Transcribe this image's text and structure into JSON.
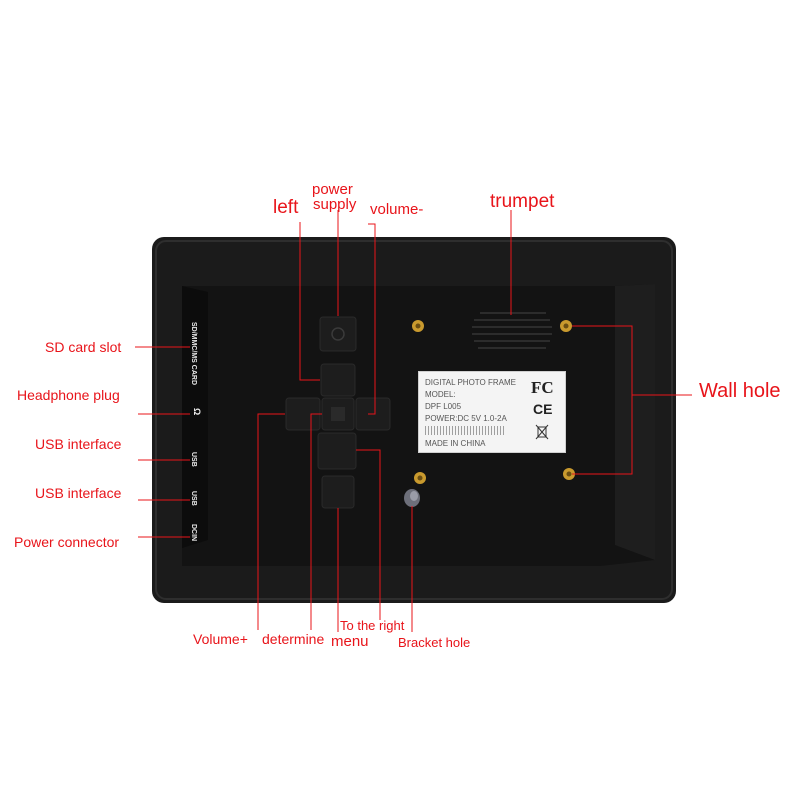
{
  "device_labels": {
    "port_card": "SD/MMC/MS CARD",
    "port_headphone": "Ω",
    "port_usb1": "USB",
    "port_usb2": "USB",
    "port_dcin": "DCIN"
  },
  "sticker": {
    "line1": "DIGITAL PHOTO FRAME",
    "line2": "MODEL:",
    "line3": "DPF L005",
    "line4": "POWER:DC 5V  1.0-2A",
    "line6": "MADE IN CHINA",
    "fcc": "FC",
    "ce": "CE"
  },
  "callouts": {
    "left": "left",
    "power_supply_1": "power",
    "power_supply_2": "supply",
    "volume_minus": "volume-",
    "trumpet": "trumpet",
    "sd_card_slot": "SD card slot",
    "headphone_plug": "Headphone plug",
    "usb_interface_1": "USB interface",
    "usb_interface_2": "USB interface",
    "power_connector": "Power connector",
    "wall_hole": "Wall hole",
    "volume_plus": "Volume+",
    "determine": "determine",
    "menu": "menu",
    "to_the_right": "To the right",
    "bracket_hole": "Bracket hole"
  },
  "colors": {
    "callout_red": "#e8141a",
    "frame_black": "#1a1a1a",
    "panel_black": "#111111",
    "screw_gold": "#c99a2e"
  }
}
